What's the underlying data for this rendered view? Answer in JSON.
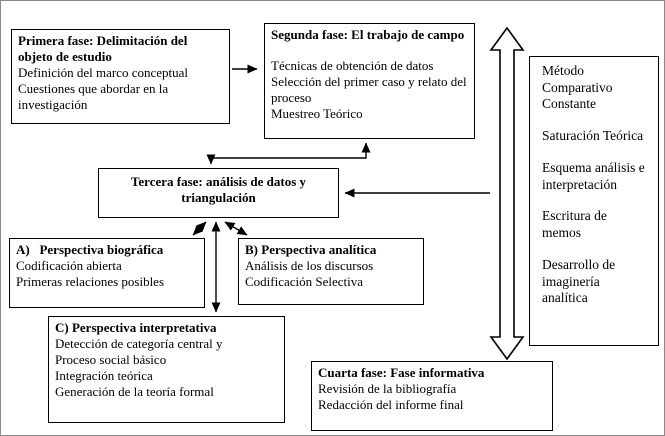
{
  "diagram": {
    "boxes": {
      "primera": {
        "title": "Primera fase: Delimitación del objeto de estudio",
        "lines": [
          "Definición del marco conceptual",
          "Cuestiones que abordar en la investigación"
        ]
      },
      "segunda": {
        "title": "Segunda fase: El trabajo de campo",
        "lines": [
          "Técnicas de obtención de datos",
          "Selección del primer caso y relato del proceso",
          "Muestreo Teórico"
        ]
      },
      "tercera": {
        "title": "Tercera fase: análisis de datos y triangulación"
      },
      "perspectiva_a": {
        "title": "A)   Perspectiva biográfica",
        "lines": [
          "Codificación abierta",
          "Primeras relaciones posibles"
        ]
      },
      "perspectiva_b": {
        "title": "B) Perspectiva analítica",
        "lines": [
          "Análisis de los discursos",
          "Codificación Selectiva"
        ]
      },
      "perspectiva_c": {
        "title": "C) Perspectiva interpretativa",
        "lines": [
          "Detección de categoría central y",
          "Proceso social básico",
          "Integración teórica",
          "Generación de la teoría formal"
        ]
      },
      "cuarta": {
        "title": "Cuarta fase: Fase informativa",
        "lines": [
          "Revisión de la bibliografía",
          "Redacción del informe final"
        ]
      },
      "metodos": {
        "items": [
          "Método Comparativo Constante",
          "Saturación Teórica",
          "Esquema análisis e interpretación",
          "Escritura de memos",
          "Desarrollo de imaginería analítica"
        ]
      }
    },
    "colors": {
      "line": "#000000",
      "box_background": "#ffffff"
    }
  }
}
